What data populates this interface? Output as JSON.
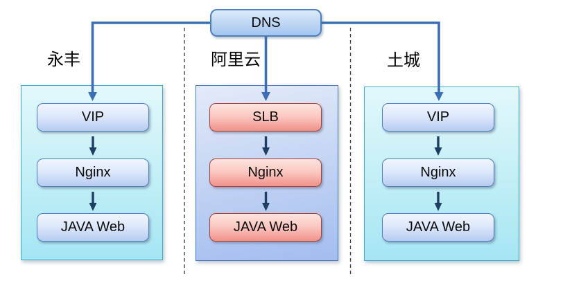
{
  "diagram": {
    "dns_label": "DNS",
    "columns": [
      {
        "name": "永丰",
        "style": "cyan",
        "nodes": [
          {
            "label": "VIP"
          },
          {
            "label": "Nginx"
          },
          {
            "label": "JAVA Web"
          }
        ]
      },
      {
        "name": "阿里云",
        "style": "blue",
        "nodes": [
          {
            "label": "SLB"
          },
          {
            "label": "Nginx"
          },
          {
            "label": "JAVA Web"
          }
        ]
      },
      {
        "name": "土城",
        "style": "cyan",
        "nodes": [
          {
            "label": "VIP"
          },
          {
            "label": "Nginx"
          },
          {
            "label": "JAVA Web"
          }
        ]
      }
    ]
  },
  "colors": {
    "connector-blue": "#3c6eb4",
    "arrow-navy": "#1e3e63",
    "node-blue-border": "#4a7ebd",
    "node-red-border": "#a43f3a",
    "zone-cyan-border": "#3fa8c4",
    "zone-blue-border": "#4877b5",
    "dash-gray": "#3a3a3a"
  }
}
